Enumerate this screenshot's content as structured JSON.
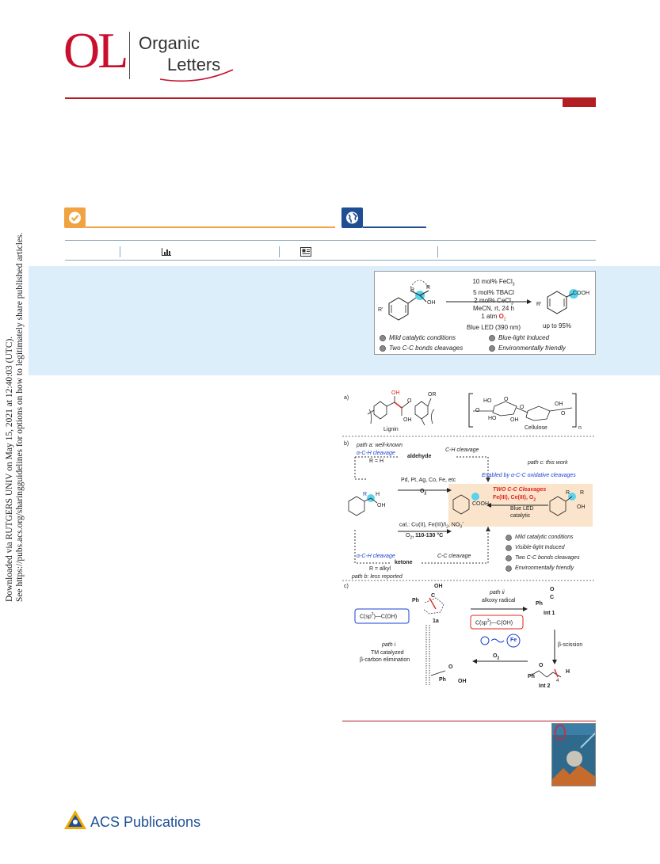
{
  "journal": {
    "logo_abbrev": "OL",
    "logo_line1": "Organic",
    "logo_line2": "Letters"
  },
  "side_notice": {
    "line1": "Downloaded via RUTGERS UNIV on May 15, 2021 at 12:40:03 (UTC).",
    "line2": "See https://pubs.acs.org/sharingguidelines for options on how to legitimately share published articles."
  },
  "colors": {
    "accent_red": "#b21e24",
    "badge_orange": "#f0a340",
    "badge_blue": "#1f4e93",
    "abstract_bg": "#dbeef9"
  },
  "metrics_icons": [
    "bar-chart-icon",
    "article-icon"
  ],
  "toc": {
    "reagent1": "10 mol% FeCl",
    "reagent1_sub": "3",
    "reagent2": "5 mol% TBACl",
    "reagent3": "2 mol% CeCl",
    "reagent3_sub": "3",
    "solvent": "MeCN, rt, 24 h",
    "oxygen_pre": "1 atm ",
    "oxygen": "O",
    "oxygen_sub": "2",
    "light": "Blue LED (390 nm)",
    "yield": "up to 95%",
    "sub_r": "R",
    "sub_r2": "R",
    "sub_oh": "OH",
    "sub_rprime": "R'",
    "prod_rprime": "R'",
    "prod_cooh": "COOH",
    "features": [
      "Mild catalytic conditions",
      "Blue-light Induced",
      "Two C-C bonds cleavages",
      "Environmentally friendly"
    ]
  },
  "figure": {
    "panel_a": "a)",
    "panel_b": "b)",
    "panel_c": "c)",
    "lignin_oh": "OH",
    "lignin_or": "OR",
    "lignin_o": "O",
    "lignin_oh2": "OH",
    "lignin_label": "Lignin",
    "cellulose_label": "Cellulose",
    "cellulose_n": "n",
    "cell_ho1": "HO",
    "cell_ho2": "HO",
    "cell_oh1": "OH",
    "cell_oh2": "OH",
    "cell_o1": "O",
    "cell_o2": "O",
    "cell_o3": "O",
    "cell_o4": "O",
    "path_a": "path a: well-known",
    "alpha_ch_a": "α-C-H cleavage",
    "r_eq_h": "R = H",
    "aldehyde": "aldehyde",
    "ch_cleavage": "C-H cleavage",
    "path_c": "path c: this work",
    "enabled": "Enabled by α-C-C oxidative cleavages",
    "metals": "Pd, Pt, Ag, Co, Fe, etc",
    "o2_a": "O",
    "o2_a_sub": "2",
    "two_cc": "TWO C-C Cleavages",
    "fe_ce": "Fe(III), Ce(III), O",
    "fe_ce_sub": "2",
    "blue_led": "Blue LED",
    "catalytic": "catalytic",
    "cooh": "COOH",
    "r_left1": "R",
    "h_left": "H",
    "oh_left": "OH",
    "r_right1": "R",
    "r_right2": "R",
    "oh_right": "OH",
    "cat_cond": "cat.: Cu(II), Fe(III)/I",
    "cat_cond_sub": "2",
    "cat_cond_tail": ", NO",
    "cat_cond_sub2": "3",
    "cat_cond_sup": "−",
    "o2_temp_pre": "O",
    "o2_temp_sub": "2",
    "o2_temp": ", 110-130 °C",
    "alpha_ch_b": "α-C-H cleavage",
    "ketone": "ketone",
    "cc_cleavage": "C-C cleavage",
    "r_alkyl": "R = alkyl",
    "path_b": "path b: less reported",
    "features_b": [
      "Mild catalytic conditions",
      "Visible-light Induced",
      "Two C-C bonds cleavages",
      "Environmentally friendly"
    ],
    "c_oh": "OH",
    "c_c": "C",
    "c_ph": "Ph",
    "c_1a": "1a",
    "path_ii": "path ii",
    "alkoxy": "alkoxy radical",
    "csp3": "C(sp",
    "csp3_sup": "3",
    "csp3_tail": ")—C(OH)",
    "csp2": "C(sp",
    "csp2_sup": "2",
    "csp2_tail": ")—C(OH)",
    "int1_o": "O",
    "int1_c": "C",
    "int1_ph": "Ph",
    "int1": "Int 1",
    "fe": "Fe",
    "o2_c": "O",
    "o2_c_sub": "2",
    "beta_scission": "β-scission",
    "path_i": "path i",
    "tm_cat": "TM catalyzed",
    "beta_elim": "β-carbon elimination",
    "int2_o": "O",
    "int2_ph": "Ph",
    "int2_h": "H",
    "int2_4": "4",
    "int2": "Int 2",
    "prod_o": "O",
    "prod_ph": "Ph",
    "prod_oh": "OH"
  }
}
